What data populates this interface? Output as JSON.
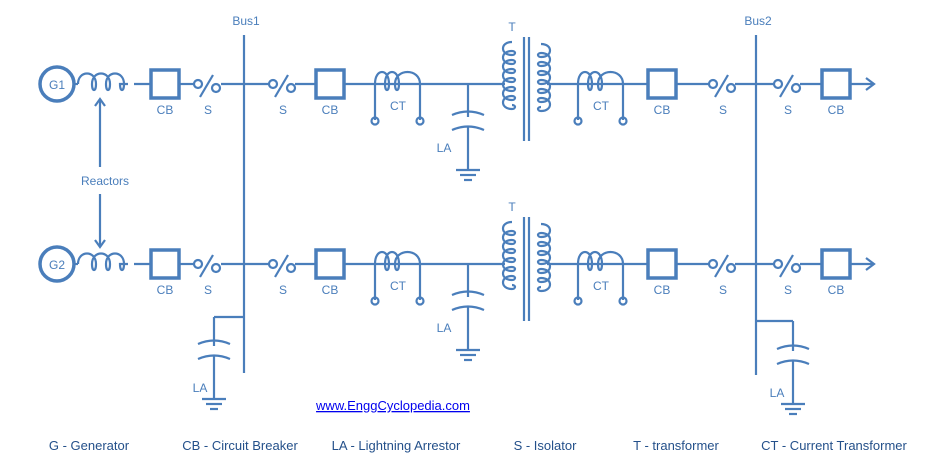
{
  "colors": {
    "line": "#4a7ebb",
    "legend_text": "#24508a",
    "link": "#0000ee"
  },
  "buses": [
    "Bus1",
    "Bus2"
  ],
  "rows": [
    {
      "generator": "G1",
      "cb": "CB",
      "isolator": "S",
      "ct": "CT",
      "la": "LA",
      "transformer": "T"
    },
    {
      "generator": "G2",
      "cb": "CB",
      "isolator": "S",
      "ct": "CT",
      "la": "LA",
      "transformer": "T"
    }
  ],
  "reactors_label": "Reactors",
  "bus_la": [
    "LA",
    "LA"
  ],
  "link": "www.EnggCyclopedia.com",
  "legend": [
    "G - Generator",
    "CB - Circuit Breaker",
    "LA - Lightning Arrestor",
    "S - Isolator",
    "T - transformer",
    "CT - Current Transformer"
  ]
}
